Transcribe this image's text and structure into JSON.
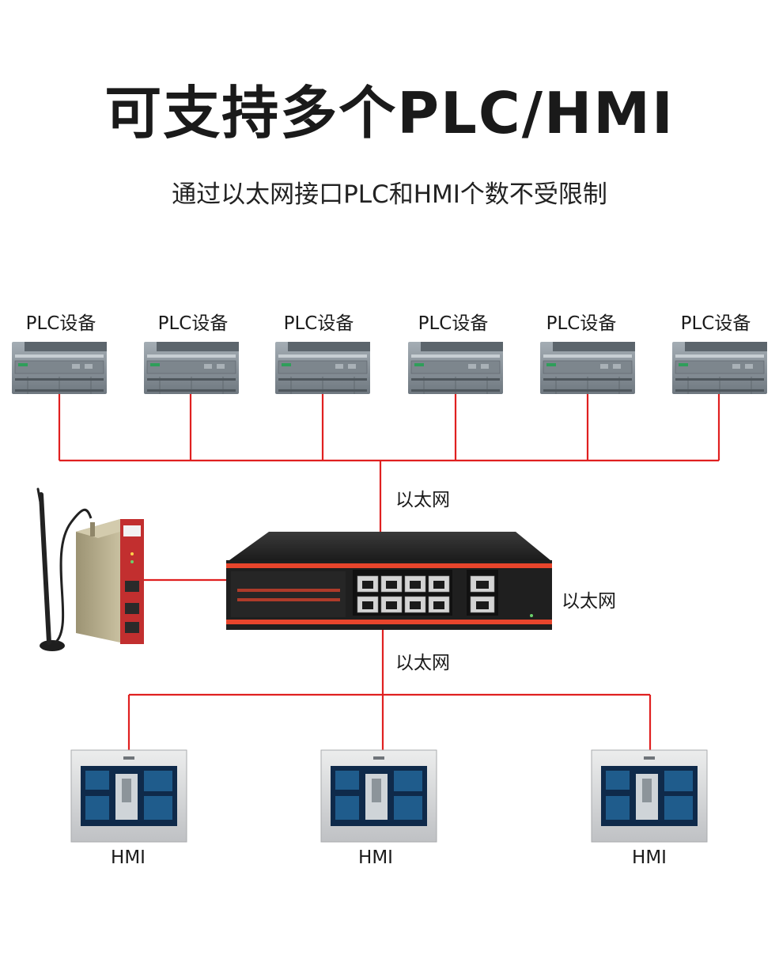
{
  "title": "可支持多个PLC/HMI",
  "subtitle": "通过以太网接口PLC和HMI个数不受限制",
  "plc_devices": [
    {
      "label": "PLC设备"
    },
    {
      "label": "PLC设备"
    },
    {
      "label": "PLC设备"
    },
    {
      "label": "PLC设备"
    },
    {
      "label": "PLC设备"
    },
    {
      "label": "PLC设备"
    }
  ],
  "hmi_devices": [
    {
      "label": "HMI"
    },
    {
      "label": "HMI"
    },
    {
      "label": "HMI"
    }
  ],
  "ethernet_labels": {
    "top": "以太网",
    "right": "以太网",
    "bottom": "以太网"
  },
  "colors": {
    "wire": "#e02020",
    "plc_body": "#8a949c",
    "switch_body": "#2b2b2b",
    "switch_stripe": "#e8452c",
    "gateway_body": "#b8ae8c",
    "hmi_frame": "#d9dadc",
    "hmi_screen": "#0f2a4a"
  }
}
